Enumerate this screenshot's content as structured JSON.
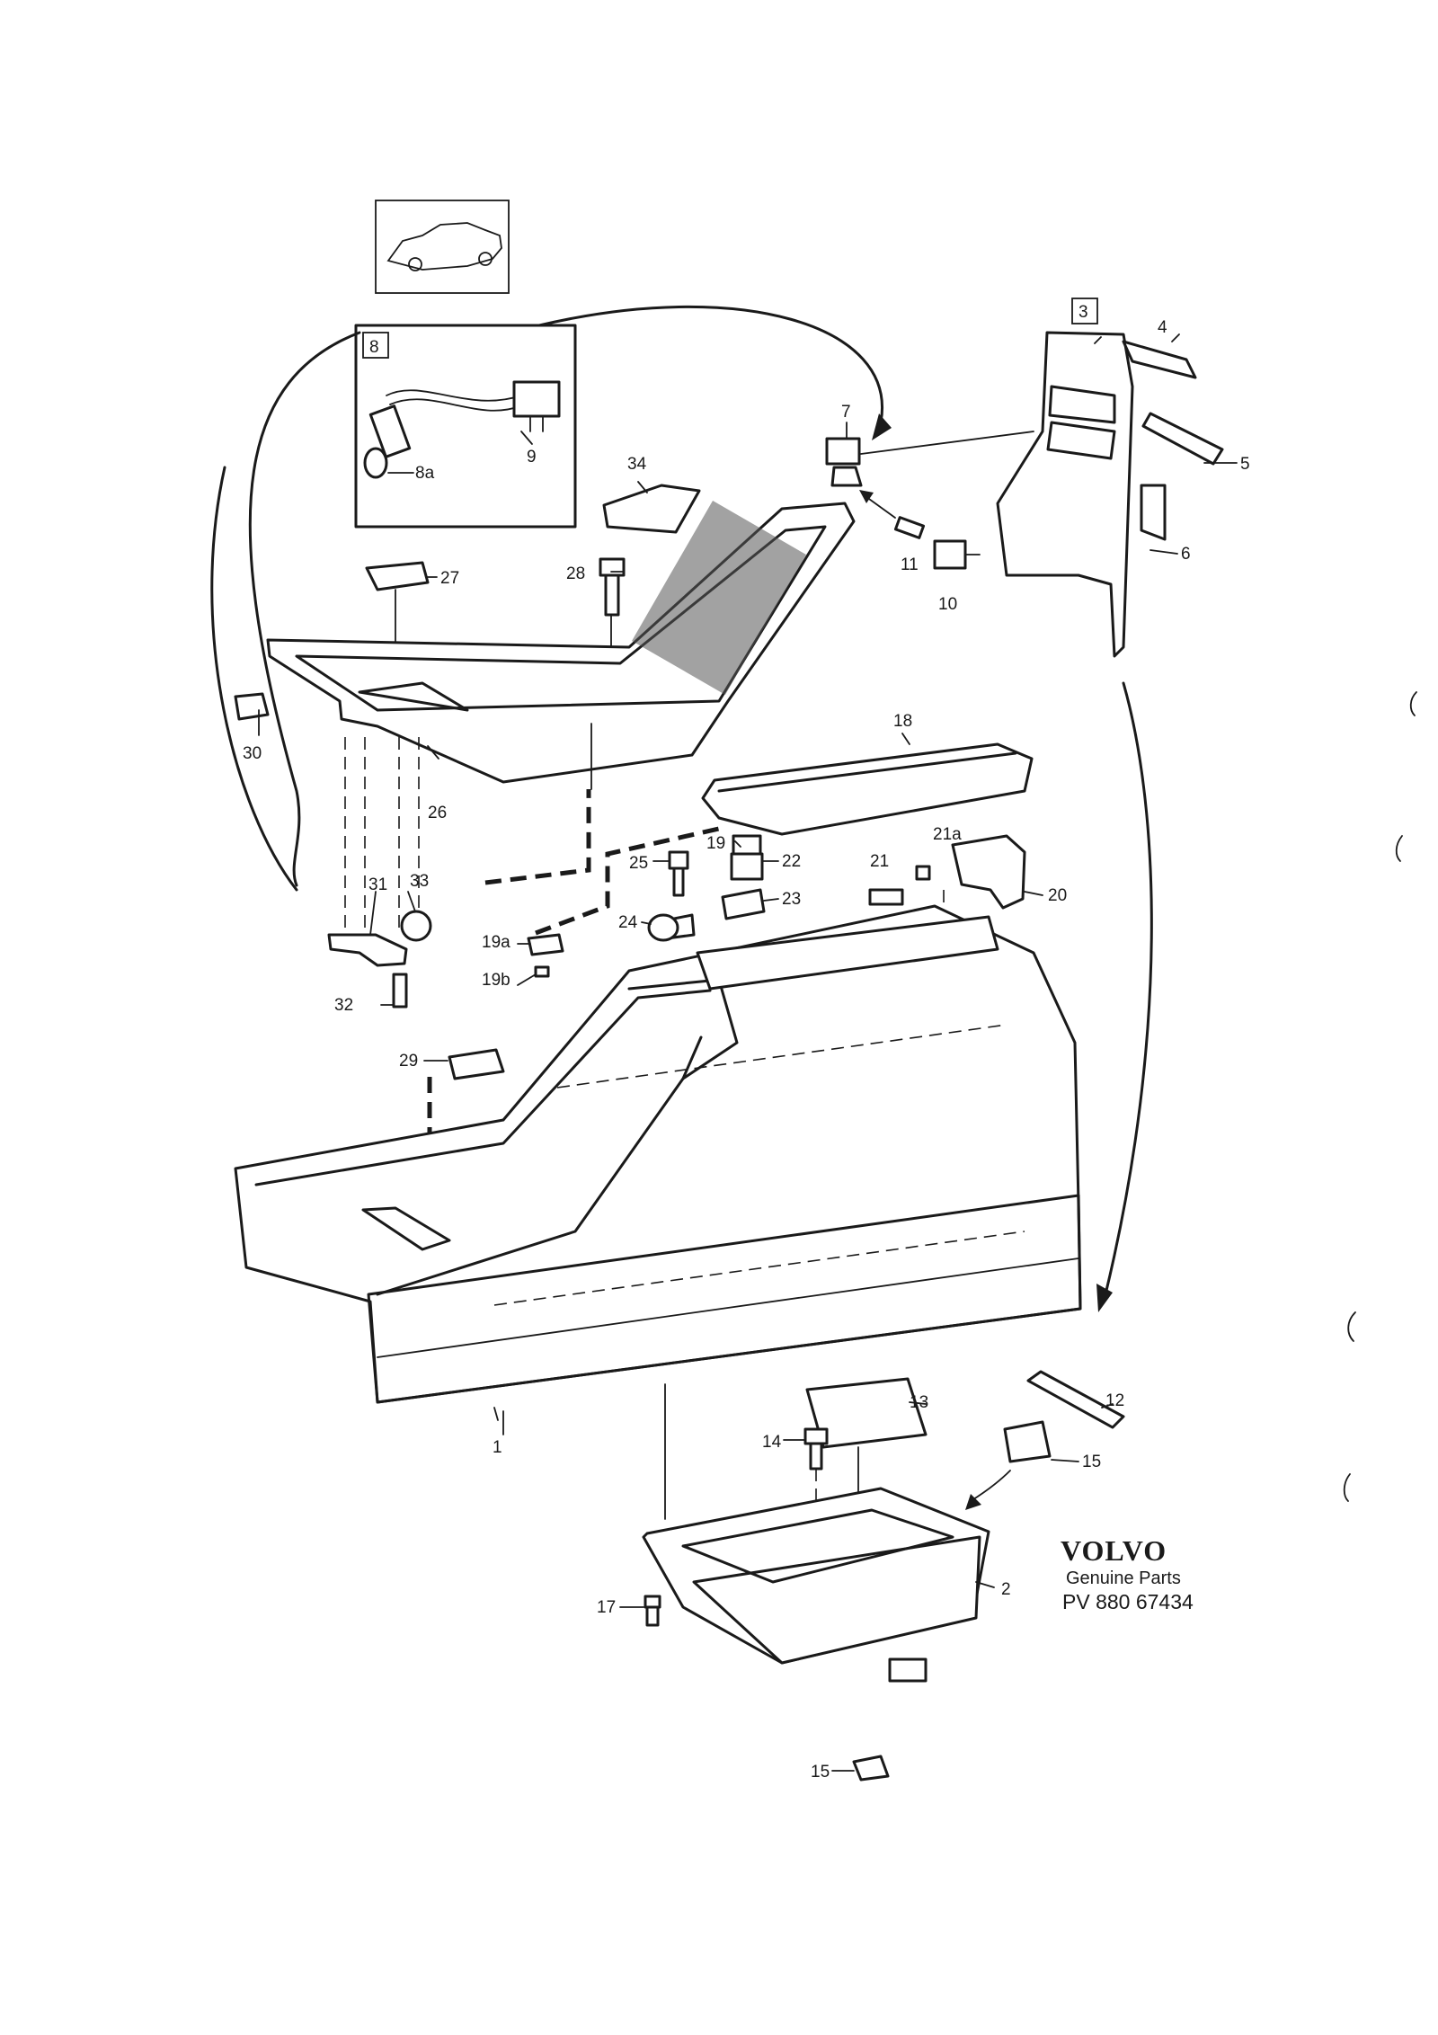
{
  "callouts": {
    "c1": "1",
    "c2": "2",
    "c3": "3",
    "c4": "4",
    "c5": "5",
    "c6": "6",
    "c7": "7",
    "c8": "8",
    "c8a": "8a",
    "c9": "9",
    "c10": "10",
    "c11": "11",
    "c12": "12",
    "c13": "13",
    "c14": "14",
    "c15a": "15",
    "c15b": "15",
    "c17": "17",
    "c18": "18",
    "c19": "19",
    "c19a": "19a",
    "c19b": "19b",
    "c20": "20",
    "c21": "21",
    "c21a": "21a",
    "c22": "22",
    "c23": "23",
    "c24": "24",
    "c25": "25",
    "c26": "26",
    "c27": "27",
    "c28": "28",
    "c29": "29",
    "c30": "30",
    "c31": "31",
    "c32": "32",
    "c33": "33",
    "c34": "34"
  },
  "brand": {
    "name": "VOLVO",
    "subtitle": "Genuine Parts",
    "code": "PV  880 67434"
  }
}
